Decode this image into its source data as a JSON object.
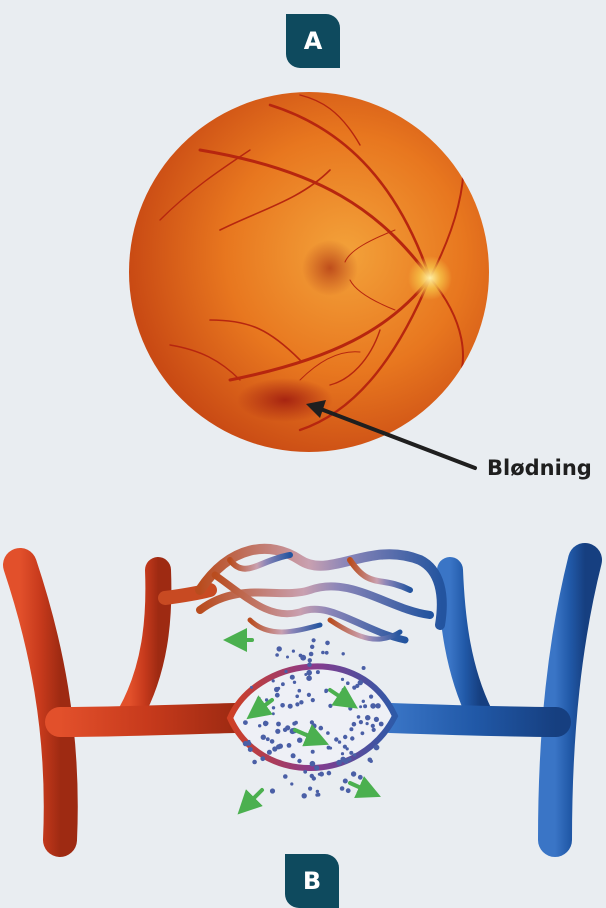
{
  "panels": {
    "a": {
      "label": "A"
    },
    "b": {
      "label": "B"
    }
  },
  "annotations": {
    "hemorrhage": "Blødning"
  },
  "colors": {
    "badge": "#0e4a5e",
    "background": "#e9edf1",
    "artery": "#c73a1c",
    "vein": "#2159a8",
    "retina": "#e8701f",
    "leak_arrow": "#4bb04f",
    "leaked_particle": "#4a5fa6"
  }
}
